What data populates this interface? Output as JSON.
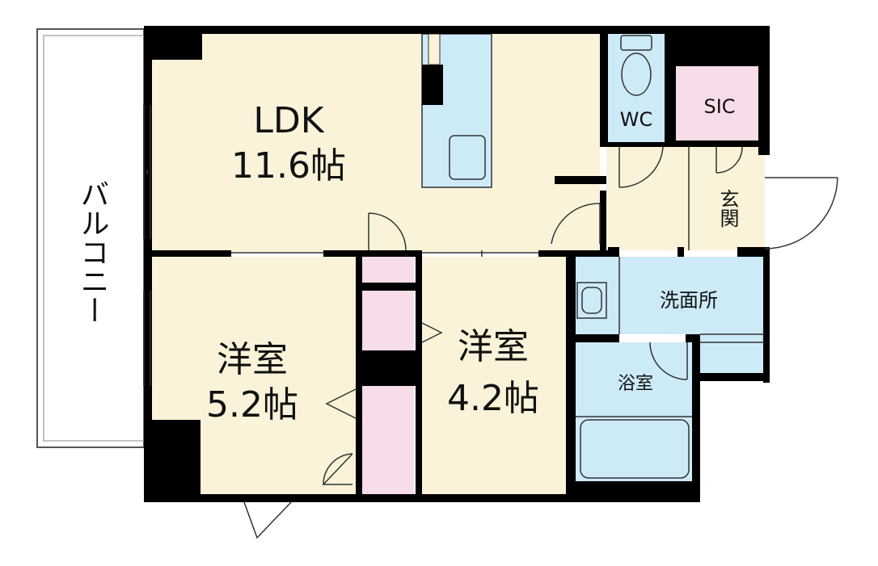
{
  "plan": {
    "balcony": "バルコニー",
    "ldk": {
      "name": "LDK",
      "size": "11.6帖"
    },
    "room_west": {
      "name": "洋室",
      "size": "5.2帖"
    },
    "room_east": {
      "name": "洋室",
      "size": "4.2帖"
    },
    "wc": "WC",
    "sic": "SIC",
    "entrance": "玄関",
    "washroom": "洗面所",
    "bathroom": "浴室"
  },
  "colors": {
    "wall": "#000000",
    "room": "#faf3d9",
    "wet": "#cdeaf7",
    "closet": "#f7dcea",
    "line": "#222222"
  }
}
